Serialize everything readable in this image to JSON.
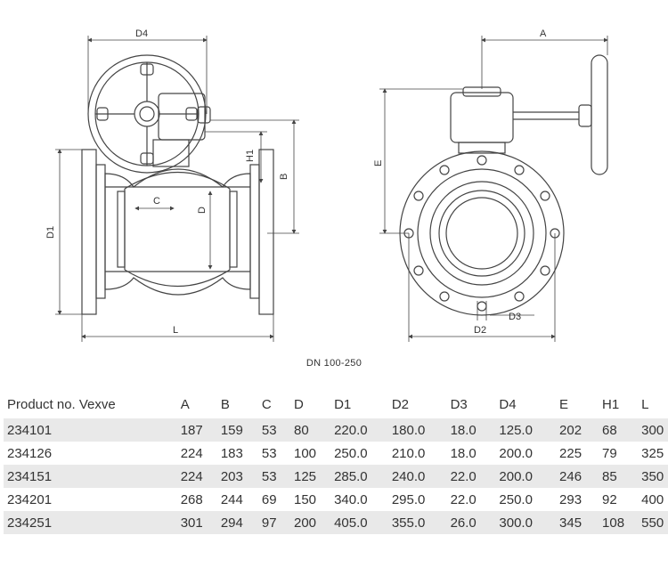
{
  "drawing": {
    "dimension_labels": {
      "D4": "D4",
      "A": "A",
      "H1": "H1",
      "B": "B",
      "E": "E",
      "C": "C",
      "D": "D",
      "D1": "D1",
      "L": "L",
      "D3": "D3",
      "D2": "D2"
    },
    "caption": "DN 100-250"
  },
  "table": {
    "headers": [
      "Product no. Vexve",
      "A",
      "B",
      "C",
      "D",
      "D1",
      "D2",
      "D3",
      "D4",
      "E",
      "H1",
      "L"
    ],
    "rows": [
      [
        "234101",
        "187",
        "159",
        "53",
        "80",
        "220.0",
        "180.0",
        "18.0",
        "125.0",
        "202",
        "68",
        "300"
      ],
      [
        "234126",
        "224",
        "183",
        "53",
        "100",
        "250.0",
        "210.0",
        "18.0",
        "200.0",
        "225",
        "79",
        "325"
      ],
      [
        "234151",
        "224",
        "203",
        "53",
        "125",
        "285.0",
        "240.0",
        "22.0",
        "200.0",
        "246",
        "85",
        "350"
      ],
      [
        "234201",
        "268",
        "244",
        "69",
        "150",
        "340.0",
        "295.0",
        "22.0",
        "250.0",
        "293",
        "92",
        "400"
      ],
      [
        "234251",
        "301",
        "294",
        "97",
        "200",
        "405.0",
        "355.0",
        "26.0",
        "300.0",
        "345",
        "108",
        "550"
      ]
    ]
  }
}
